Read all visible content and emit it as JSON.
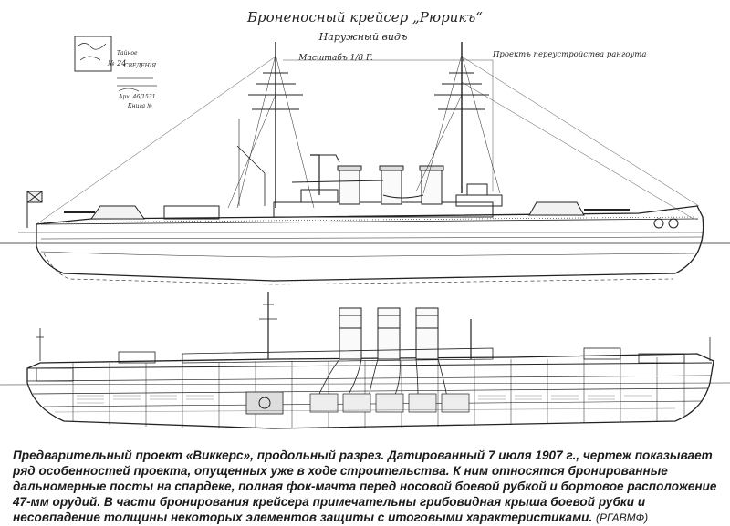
{
  "drawing": {
    "title": "Броненосный крейсер „Рюрикъ“",
    "subtitle": "Наружный видъ",
    "scale_label": "Масштабъ 1/8 F.",
    "annotation_right": "Проектъ переустройства рангоута",
    "stamp_lines": [
      "Тайное",
      "№ 24",
      "СВЕДЕНIЯ",
      "Арх. 46/1531",
      "Книга №"
    ],
    "colors": {
      "ink": "#222222",
      "paper": "#ffffff",
      "hatch": "#555555"
    }
  },
  "caption": {
    "text": "Предварительный проект «Виккерс», продольный разрез. Датированный 7 июля 1907 г., чертеж показывает ряд особенностей проекта, опущенных уже в ходе строительства. К ним относятся бронированные дальномерные посты на спардеке, полная фок-мачта перед носовой боевой рубкой и бортовое расположение 47-мм орудий. В части бронирования крейсера примечательны грибовидная крыша боевой рубки и несовпадение толщины некоторых элементов защиты с итоговыми характеристиками.",
    "source": "(РГАВМФ)"
  }
}
